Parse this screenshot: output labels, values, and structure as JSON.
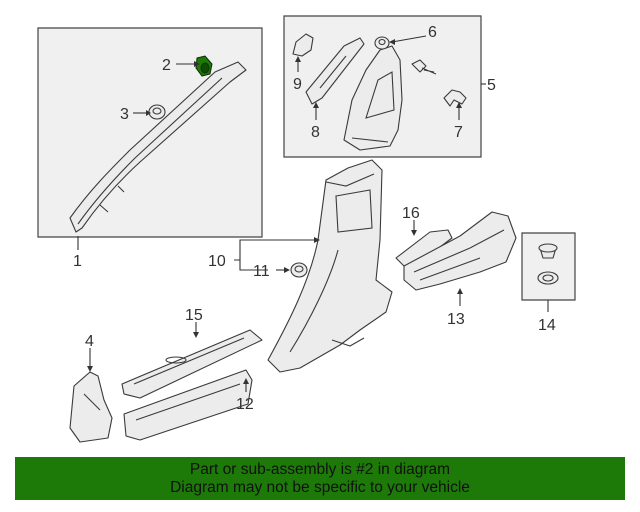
{
  "callouts": {
    "c1": "1",
    "c2": "2",
    "c3": "3",
    "c4": "4",
    "c5": "5",
    "c6": "6",
    "c7": "7",
    "c8": "8",
    "c9": "9",
    "c10": "10",
    "c11": "11",
    "c12": "12",
    "c13": "13",
    "c14": "14",
    "c15": "15",
    "c16": "16"
  },
  "highlight_color": "#1d7a09",
  "banner": {
    "line1": "Part or sub-assembly is #2 in diagram",
    "line2": "Diagram may not be specific to your vehicle"
  }
}
